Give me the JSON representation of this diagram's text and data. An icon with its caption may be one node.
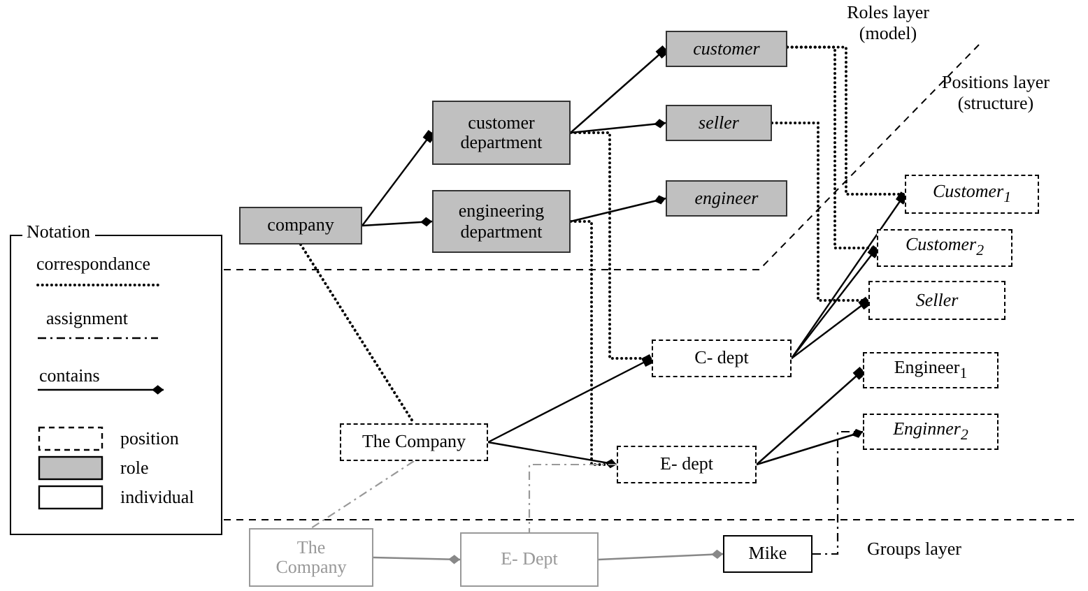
{
  "diagram": {
    "nodes": [
      {
        "text": [
          "company"
        ]
      },
      {
        "text": [
          "customer department"
        ]
      },
      {
        "text": [
          "engineering department"
        ]
      },
      {
        "text": [
          "customer"
        ]
      },
      {
        "text": [
          "seller"
        ]
      },
      {
        "text": [
          "engineer"
        ]
      },
      {
        "text": [
          "Customer$_{1}$"
        ]
      },
      {
        "text": [
          "Customer$_{2}$"
        ]
      },
      {
        "text": [
          "Seller"
        ]
      },
      {
        "text": [
          "C- dept"
        ]
      },
      {
        "text": [
          "Engineer$_{1}$"
        ]
      },
      {
        "text": [
          "Enginner$_{2}$"
        ]
      },
      {
        "text": [
          "The Company"
        ]
      },
      {
        "text": [
          "E- dept"
        ]
      },
      {
        "text": [
          "The Company"
        ]
      },
      {
        "text": [
          "E- Dept"
        ]
      },
      {
        "text": [
          "Mike"
        ]
      }
    ],
    "edges": [
      {
        "from": 0,
        "to": 1,
        "arrow": "other"
      },
      {
        "from": 0,
        "to": 2,
        "arrow": "other"
      },
      {
        "from": 1,
        "to": 3,
        "arrow": "other"
      },
      {
        "from": 1,
        "to": 4,
        "arrow": "other"
      },
      {
        "from": 2,
        "to": 5,
        "arrow": "other"
      },
      {
        "from": 9,
        "to": 6,
        "arrow": "other"
      },
      {
        "from": 9,
        "to": 7,
        "arrow": "other"
      },
      {
        "from": 9,
        "to": 8,
        "arrow": "other"
      },
      {
        "from": 12,
        "to": 9,
        "arrow": "other"
      },
      {
        "from": 12,
        "to": 13,
        "arrow": "other"
      },
      {
        "from": 13,
        "to": 10,
        "arrow": "other"
      },
      {
        "from": 13,
        "to": 11,
        "arrow": "other"
      },
      {
        "from": 14,
        "to": 15,
        "arrow": "other",
        "color": "#888888"
      },
      {
        "from": 15,
        "to": 16,
        "arrow": "other",
        "color": "#888888"
      },
      {
        "from": 0,
        "to": 12,
        "arrow": "none",
        "style": "dashed"
      },
      {
        "from": 3,
        "to": 6,
        "arrow": "none",
        "style": "dashed"
      },
      {
        "from": 3,
        "to": 7,
        "arrow": "none",
        "style": "dashed"
      },
      {
        "from": 4,
        "to": 8,
        "arrow": "none",
        "style": "dashed"
      },
      {
        "from": 1,
        "to": 9,
        "arrow": "none",
        "style": "dashed"
      },
      {
        "from": 2,
        "to": 13,
        "arrow": "none",
        "style": "dashed"
      },
      {
        "from": 12,
        "to": 14,
        "arrow": "none",
        "style": "dashed",
        "color": "#999999"
      },
      {
        "from": 13,
        "to": 15,
        "arrow": "none",
        "style": "dashed",
        "color": "#999999"
      },
      {
        "from": 16,
        "to": 11,
        "arrow": "none",
        "style": "dashed"
      }
    ],
    "labels": [
      "Roles layer (model)",
      "Positions layer (structure)",
      "Notation",
      "Groups layer"
    ],
    "legend": [
      {
        "text": "correspondance"
      },
      {
        "text": "assignment"
      },
      {
        "text": "contains"
      },
      {
        "text": "position"
      },
      {
        "text": "role",
        "color": "#c0c0c0"
      },
      {
        "text": "individual"
      }
    ]
  }
}
